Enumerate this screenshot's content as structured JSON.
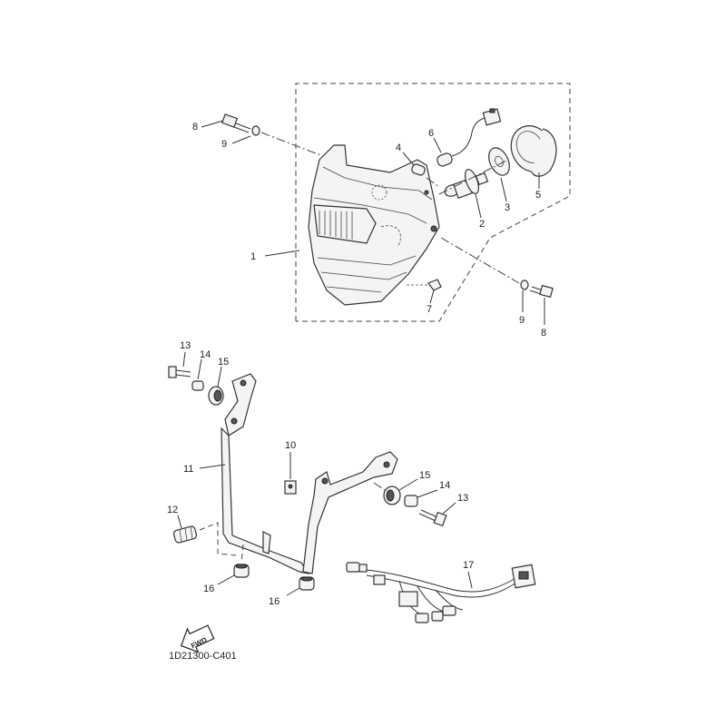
{
  "callouts": {
    "c1": "1",
    "c2": "2",
    "c3": "3",
    "c4": "4",
    "c5": "5",
    "c6": "6",
    "c7": "7",
    "c8a": "8",
    "c8b": "8",
    "c9a": "9",
    "c9b": "9",
    "c10": "10",
    "c11": "11",
    "c12": "12",
    "c13a": "13",
    "c13b": "13",
    "c14a": "14",
    "c14b": "14",
    "c15a": "15",
    "c15b": "15",
    "c16a": "16",
    "c16b": "16",
    "c17": "17"
  },
  "fwd_label": "FWD",
  "diagram_code": "1D21300-C401"
}
